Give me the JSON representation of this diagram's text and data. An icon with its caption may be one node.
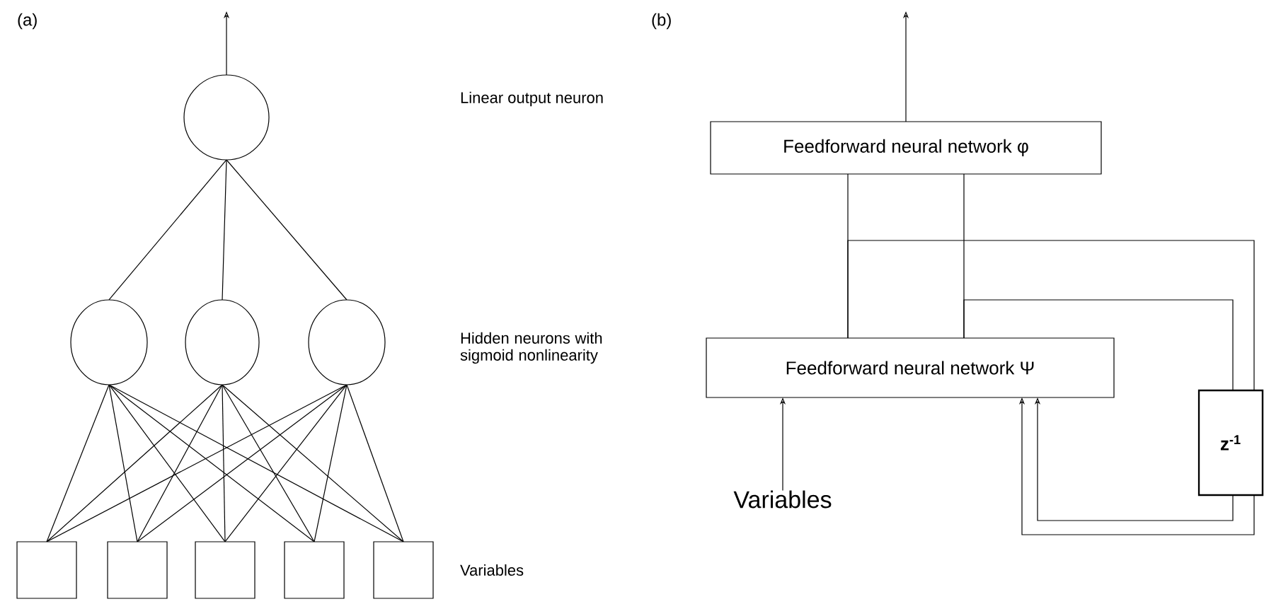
{
  "diagram": {
    "nodes": [
      {
        "text": [],
        "shape": "circle"
      },
      {
        "text": [],
        "shape": "circle"
      },
      {
        "text": [],
        "shape": "circle"
      },
      {
        "text": [],
        "shape": "circle"
      },
      {
        "text": [],
        "shape": "box"
      },
      {
        "text": [],
        "shape": "box"
      },
      {
        "text": [],
        "shape": "box"
      },
      {
        "text": [],
        "shape": "box"
      },
      {
        "text": [],
        "shape": "box"
      },
      {
        "text": [
          "Feedforward neural network φ"
        ]
      },
      {
        "text": [
          "Feedforward neural network  Ψ"
        ]
      },
      {
        "text": [
          "Variables"
        ]
      },
      {
        "text": [
          "z$^{-1}$"
        ]
      }
    ],
    "edges": [
      {
        "from": 0,
        "to": null,
        "arrow": "to"
      },
      {
        "from": 1,
        "to": 0,
        "arrow": "none"
      },
      {
        "from": 2,
        "to": 0,
        "arrow": "none"
      },
      {
        "from": 3,
        "to": 0,
        "arrow": "none"
      },
      {
        "from": 4,
        "to": 1,
        "arrow": "none"
      },
      {
        "from": 4,
        "to": 2,
        "arrow": "none"
      },
      {
        "from": 4,
        "to": 3,
        "arrow": "none"
      },
      {
        "from": 5,
        "to": 1,
        "arrow": "none"
      },
      {
        "from": 5,
        "to": 2,
        "arrow": "none"
      },
      {
        "from": 5,
        "to": 3,
        "arrow": "none"
      },
      {
        "from": 6,
        "to": 1,
        "arrow": "none"
      },
      {
        "from": 6,
        "to": 2,
        "arrow": "none"
      },
      {
        "from": 6,
        "to": 3,
        "arrow": "none"
      },
      {
        "from": 7,
        "to": 1,
        "arrow": "none"
      },
      {
        "from": 7,
        "to": 2,
        "arrow": "none"
      },
      {
        "from": 7,
        "to": 3,
        "arrow": "none"
      },
      {
        "from": 8,
        "to": 1,
        "arrow": "none"
      },
      {
        "from": 8,
        "to": 2,
        "arrow": "none"
      },
      {
        "from": 8,
        "to": 3,
        "arrow": "none"
      },
      {
        "from": 9,
        "to": null,
        "arrow": "to"
      },
      {
        "from": 10,
        "to": 9,
        "arrow": "none"
      },
      {
        "from": 10,
        "to": 9,
        "arrow": "none"
      },
      {
        "from": 10,
        "to": 12,
        "arrow": "none"
      },
      {
        "from": 10,
        "to": 12,
        "arrow": "none"
      },
      {
        "from": 12,
        "to": 10,
        "arrow": "to"
      },
      {
        "from": 12,
        "to": 10,
        "arrow": "to"
      },
      {
        "from": 11,
        "to": 10,
        "arrow": "to"
      }
    ],
    "labels": [
      "(a)",
      "(b)",
      "Linear output neuron",
      "Hidden neurons with sigmoid nonlinearity",
      "Variables"
    ]
  }
}
